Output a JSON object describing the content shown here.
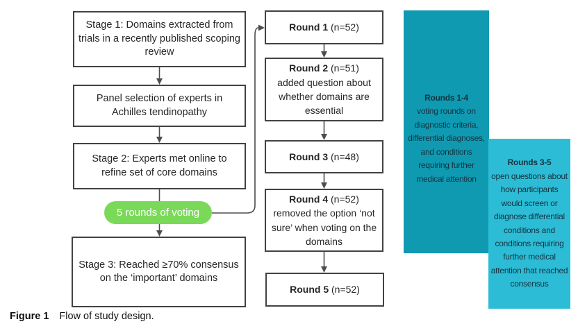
{
  "colors": {
    "teal-dark": "#0f9ab2",
    "teal-light": "#2cbcd6",
    "green": "#7bd959",
    "teal-text": "#14333f"
  },
  "left_column": {
    "stage1": "Stage 1: Domains extracted from trials in a recently published scoping review",
    "panel": "Panel selection of experts in Achilles tendinopathy",
    "stage2": "Stage 2: Experts met online to refine set of core domains",
    "voting_pill": "5 rounds of voting",
    "stage3": "Stage 3: Reached ≥70% consensus on the ‘important’ domains"
  },
  "rounds": [
    {
      "title": "Round 1",
      "n": " (n=52)",
      "detail": ""
    },
    {
      "title": "Round 2",
      "n": " (n=51)",
      "detail": "added question about whether domains are essential"
    },
    {
      "title": "Round 3",
      "n": " (n=48)",
      "detail": ""
    },
    {
      "title": "Round 4",
      "n": " (n=52)",
      "detail": "removed the option ‘not sure’ when voting on the domains"
    },
    {
      "title": "Round 5",
      "n": " (n=52)",
      "detail": ""
    }
  ],
  "side_notes": [
    {
      "title": "Rounds 1-4",
      "body": "voting rounds on diagnostic criteria, differential diagnoses, and conditions requiring further medical attention"
    },
    {
      "title": "Rounds 3-5",
      "body": "open questions about how participants would screen or diagnose differential conditions and conditions requiring further medical attention that reached consensus"
    }
  ],
  "caption": {
    "label": "Figure 1",
    "text": "Flow of study design."
  }
}
